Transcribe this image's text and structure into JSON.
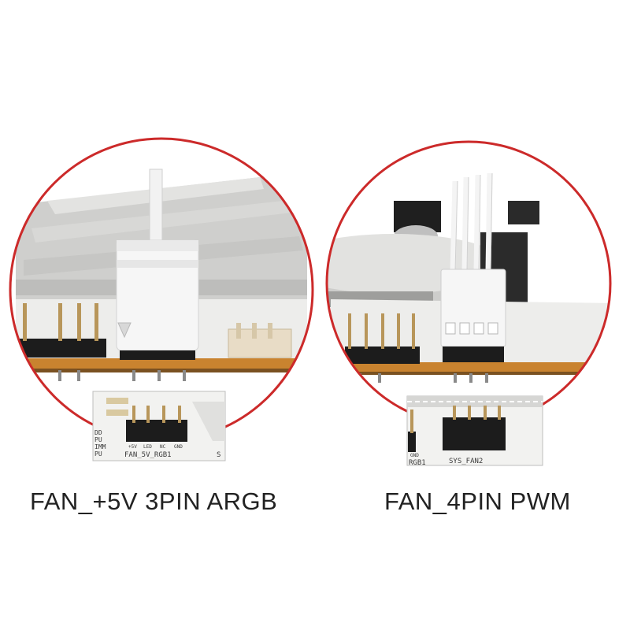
{
  "left": {
    "caption": "FAN_+5V 3PIN ARGB",
    "inset": {
      "header_label": "FAN_5V_RGB1",
      "pin_labels": [
        "+5V",
        "LED",
        "NC",
        "GND"
      ],
      "side_labels": [
        "DD",
        "PU",
        "IMM",
        "PU"
      ],
      "trailing_label": "S"
    }
  },
  "right": {
    "caption": "FAN_4PIN PWM",
    "inset": {
      "header_label": "SYS_FAN2",
      "left_labels": [
        "GND",
        "RGB1"
      ]
    }
  },
  "colors": {
    "ring": "#cc2a2a",
    "pcb_edge": "#c9832f",
    "board": "#e9e9e7",
    "connector": "#f6f6f6",
    "pin_header": "#1c1c1c"
  }
}
